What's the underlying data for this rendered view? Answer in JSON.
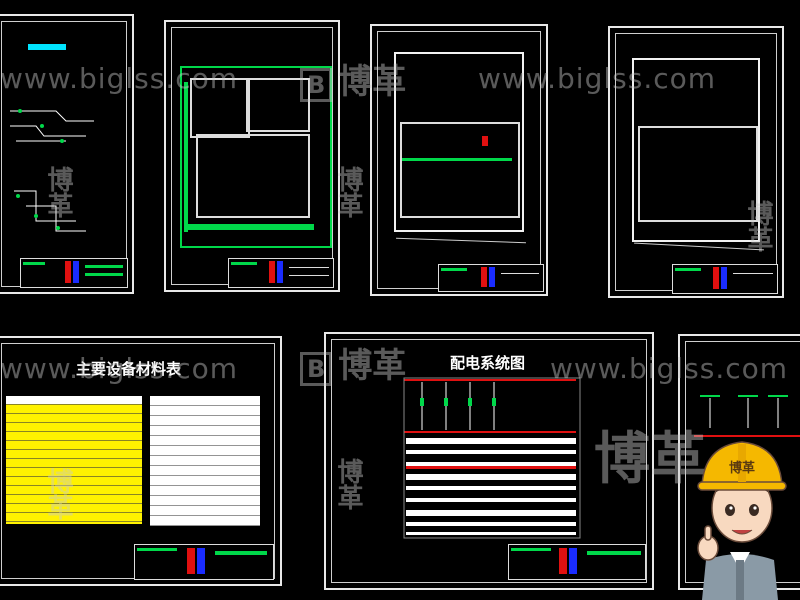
{
  "watermark": {
    "url": "www.biglss.com",
    "brand": "博革",
    "logo_letter": "B"
  },
  "sheets": [
    {
      "id": "system-diagram"
    },
    {
      "id": "floor-plan-1"
    },
    {
      "id": "floor-plan-2"
    },
    {
      "id": "floor-plan-3"
    },
    {
      "id": "equipment-table",
      "title": "主要设备材料表"
    },
    {
      "id": "distribution-diagram",
      "title": "配电系统图"
    },
    {
      "id": "partial-diagram"
    }
  ],
  "mascot": {
    "helmet_text": "博革",
    "colors": {
      "helmet": "#f5b800",
      "uniform": "#8a9aa6",
      "skin": "#f8d9c0"
    }
  },
  "colors": {
    "background": "#000000",
    "frame": "#e8e8e8",
    "green": "#00d84a",
    "red": "#e01010",
    "blue": "#1a2cff",
    "yellow": "#fff200",
    "cyan": "#00e5ff"
  }
}
